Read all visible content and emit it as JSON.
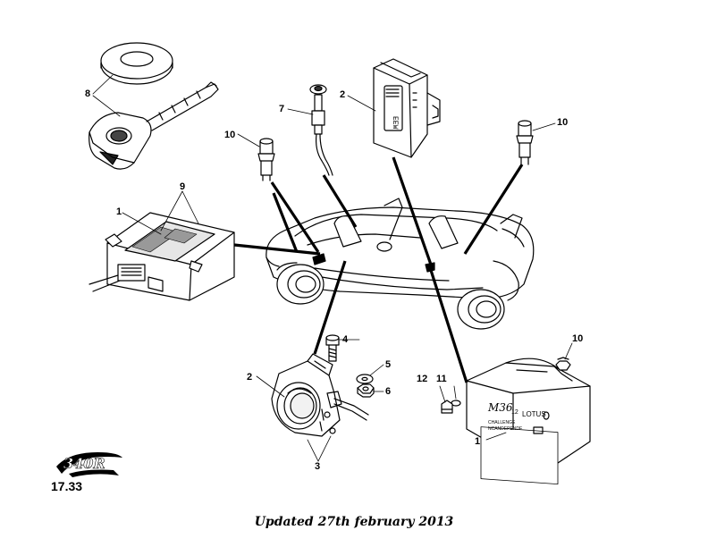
{
  "callouts": {
    "key_fob": "8",
    "sensor_plug": "7",
    "upper_ecu": "2",
    "left_switch": "10",
    "right_switch": "10",
    "mat_pads": "9",
    "alarm_module": "1",
    "bolt": "4",
    "washer": "5",
    "nut": "6",
    "siren": "2",
    "siren_screws": "3",
    "battery_nut": "10",
    "washer_small": "11",
    "screw_small": "12",
    "battery_unit": "1"
  },
  "device_labels": {
    "upper_ecu_text": "EEW",
    "battery_model": "M36",
    "battery_brand": "LOTUS",
    "battery_number": "12",
    "battery_line1": "CHALLENGE",
    "battery_line2": "NCANDEPENDE"
  },
  "logo": {
    "text": "340R"
  },
  "section_number": "17.33",
  "footer": {
    "updated": "Updated 27th february 2013"
  }
}
